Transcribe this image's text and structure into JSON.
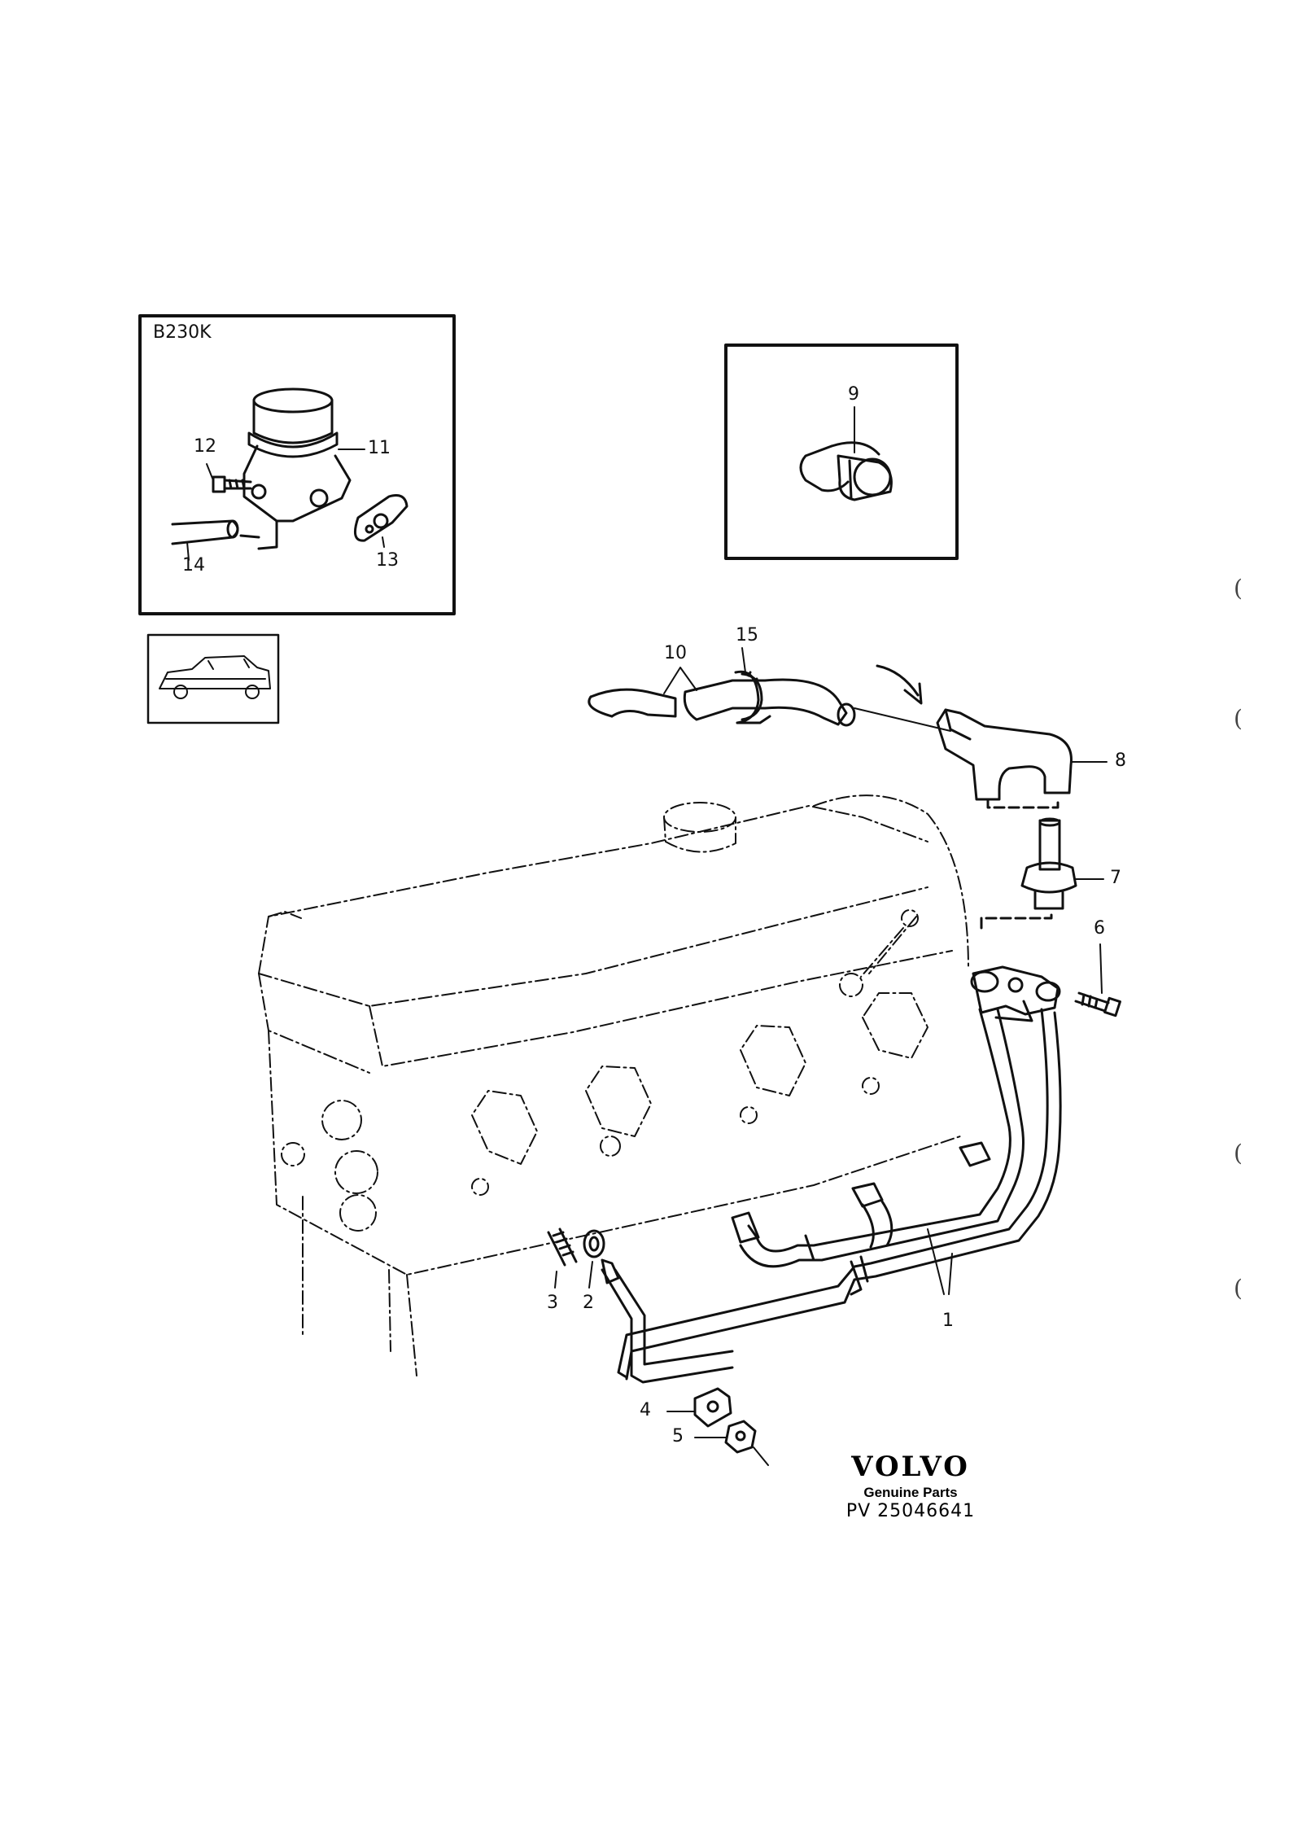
{
  "inset": {
    "engine_code": "B230K"
  },
  "callouts": [
    {
      "num": "1"
    },
    {
      "num": "2"
    },
    {
      "num": "3"
    },
    {
      "num": "4"
    },
    {
      "num": "5"
    },
    {
      "num": "6"
    },
    {
      "num": "7"
    },
    {
      "num": "8"
    },
    {
      "num": "9"
    },
    {
      "num": "10"
    },
    {
      "num": "11"
    },
    {
      "num": "12"
    },
    {
      "num": "13"
    },
    {
      "num": "14"
    },
    {
      "num": "15"
    }
  ],
  "brand": {
    "logo": "VOLVO",
    "subtitle": "Genuine Parts",
    "part_code": "PV 25046641"
  },
  "margin_marks": [
    "(",
    "(",
    "(",
    "("
  ]
}
